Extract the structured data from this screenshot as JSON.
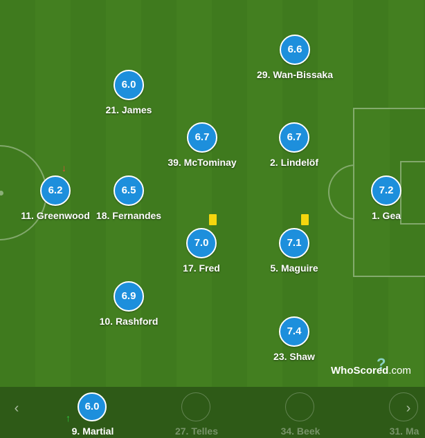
{
  "colors": {
    "rating_bg": "#1d8fdc",
    "yellow_card": "#f5d60e",
    "sub_in": "#2ecc40",
    "sub_out": "#e74c3c"
  },
  "players": [
    {
      "rating": "6.6",
      "name": "29. Wan-Bissaka"
    },
    {
      "rating": "6.0",
      "name": "21. James"
    },
    {
      "rating": "6.7",
      "name": "39. McTominay"
    },
    {
      "rating": "6.7",
      "name": "2. Lindelöf"
    },
    {
      "rating": "6.2",
      "name": "11. Greenwood"
    },
    {
      "rating": "6.5",
      "name": "18. Fernandes"
    },
    {
      "rating": "7.2",
      "name": "1. Gea"
    },
    {
      "rating": "7.0",
      "name": "17. Fred"
    },
    {
      "rating": "7.1",
      "name": "5. Maguire"
    },
    {
      "rating": "6.9",
      "name": "10. Rashford"
    },
    {
      "rating": "7.4",
      "name": "23. Shaw"
    }
  ],
  "watermark": {
    "brand": "WhoScored",
    "domain": ".com",
    "mark": "?"
  },
  "bench": {
    "prev_icon": "chevron-left-icon",
    "next_icon": "chevron-right-icon",
    "prev_glyph": "‹",
    "next_glyph": "›",
    "players": [
      {
        "rating": "6.0",
        "name": "9. Martial"
      },
      {
        "rating": "",
        "name": "27. Telles"
      },
      {
        "rating": "",
        "name": "34. Beek"
      },
      {
        "rating": "",
        "name": "31. Ma"
      }
    ]
  }
}
